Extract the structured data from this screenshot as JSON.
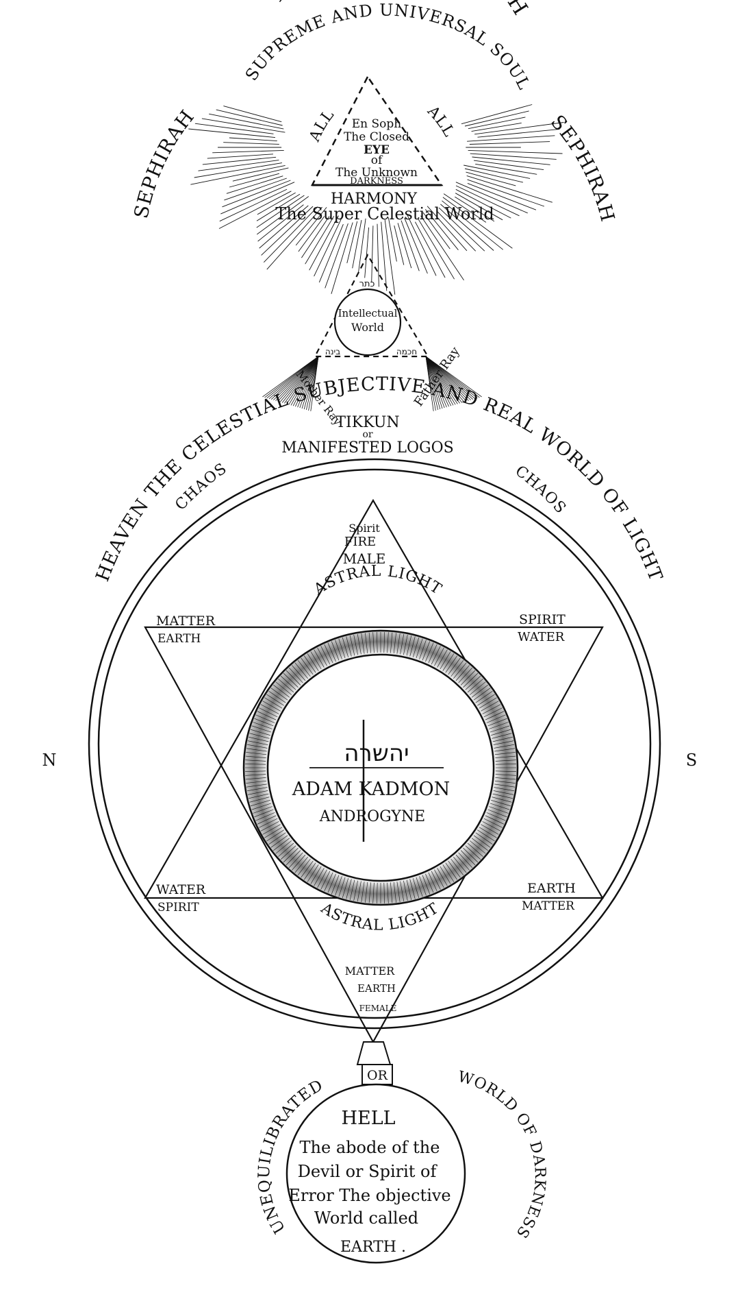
{
  "top": {
    "arc_glory": "THE GLORY OF ENSOPH",
    "arc_soul": "SUPREME AND UNIVERSAL SOUL",
    "sephirah_left": "SEPHIRAH",
    "sephirah_right": "SEPHIRAH",
    "all_left": "ALL",
    "all_right": "ALL",
    "triangle": {
      "line1": "En Soph",
      "line2": "The Closed",
      "line3": "EYE",
      "line4": "of",
      "line5": "The Unknown",
      "line6": "DARKNESS"
    },
    "harmony": "HARMONY",
    "super_celestial": "The Super Celestial World"
  },
  "middle": {
    "hebrew_top": "כתר",
    "intellectual_1": "Intellectual",
    "intellectual_2": "World",
    "hebrew_left": "בינה",
    "hebrew_right": "חכמה",
    "mother_ray": "Mother Ray",
    "father_ray": "Father Ray",
    "tikkun_1": "TIKKUN",
    "tikkun_2": "or",
    "tikkun_3": "MANIFESTED LOGOS"
  },
  "great_circle": {
    "arc_heaven": "HEAVEN THE CELESTIAL SUBJECTIVE AND REAL WORLD OF LIGHT",
    "chaos_left": "CHAOS",
    "chaos_right": "CHAOS",
    "north": "N",
    "south": "S",
    "apex_top": [
      "Spirit",
      "FIRE",
      "MALE"
    ],
    "upper_left": [
      "MATTER",
      "EARTH"
    ],
    "upper_right": [
      "SPIRIT",
      "WATER"
    ],
    "lower_left": [
      "WATER",
      "SPIRIT"
    ],
    "lower_right": [
      "EARTH",
      "MATTER"
    ],
    "apex_bottom": [
      "MATTER",
      "EARTH",
      "FEMALE"
    ],
    "astral_top": "ASTRAL LIGHT",
    "astral_bottom": "ASTRAL LIGHT",
    "center_hebrew": "יהשרה",
    "adam_kadmon": "ADAM KADMON",
    "androgyne": "ANDROGYNE"
  },
  "bottom": {
    "or_label": "OR",
    "arc_unequilibrated": "UNEQUILIBRATED",
    "arc_world_darkness": "WORLD OF DARKNESS",
    "hell": "HELL",
    "line1": "The abode of the",
    "line2": "Devil or Spirit of",
    "line3": "Error The objective",
    "line4": "World called",
    "line5": "EARTH ."
  }
}
